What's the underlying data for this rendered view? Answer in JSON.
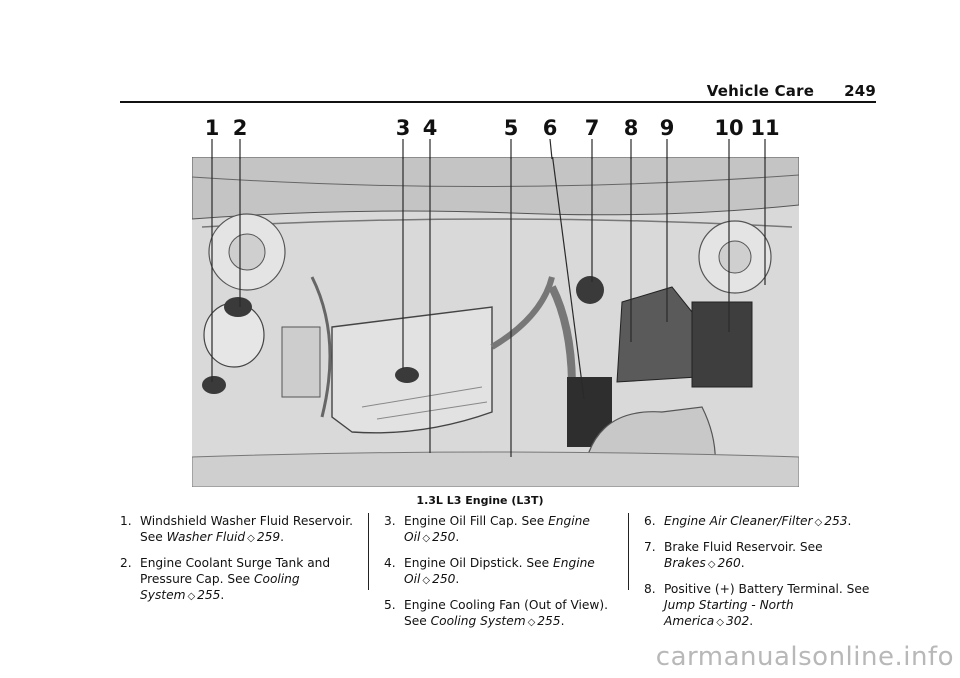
{
  "header": {
    "section": "Vehicle Care",
    "page": "249"
  },
  "callouts": [
    "1",
    "2",
    "3",
    "4",
    "5",
    "6",
    "7",
    "8",
    "9",
    "10",
    "11"
  ],
  "caption": "1.3L L3 Engine (L3T)",
  "arrow_glyph": "◇",
  "items": [
    {
      "num": "1.",
      "text": "Windshield Washer Fluid Reservoir. See ",
      "ref": "Washer Fluid",
      "page": "259",
      "end": "."
    },
    {
      "num": "2.",
      "text": "Engine Coolant Surge Tank and Pressure Cap. See ",
      "ref": "Cooling System",
      "page": "255",
      "end": "."
    },
    {
      "num": "3.",
      "text": "Engine Oil Fill Cap. See ",
      "ref": "Engine Oil",
      "page": "250",
      "end": "."
    },
    {
      "num": "4.",
      "text": "Engine Oil Dipstick. See ",
      "ref": "Engine Oil",
      "page": "250",
      "end": "."
    },
    {
      "num": "5.",
      "text": "Engine Cooling Fan (Out of View). See ",
      "ref": "Cooling System",
      "page": "255",
      "end": "."
    },
    {
      "num": "6.",
      "text": "",
      "ref": "Engine Air Cleaner/Filter",
      "page": "253",
      "end": "."
    },
    {
      "num": "7.",
      "text": "Brake Fluid Reservoir. See ",
      "ref": "Brakes",
      "page": "260",
      "end": "."
    },
    {
      "num": "8.",
      "text": "Positive (+) Battery Terminal. See ",
      "ref": "Jump Starting - North America",
      "page": "302",
      "end": "."
    }
  ],
  "watermark": "carmanualsonline.info",
  "colors": {
    "figure_bg": "#dadada",
    "line": "#2a2a2a"
  }
}
